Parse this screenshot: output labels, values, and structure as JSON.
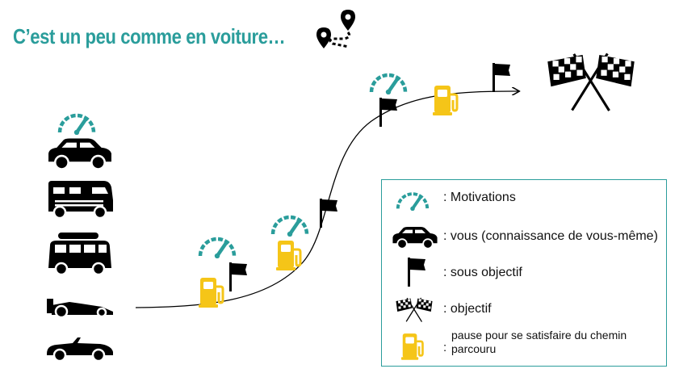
{
  "title": "C’est un peu comme en voiture…",
  "legend": {
    "motivations": ": Motivations",
    "vous": ": vous (connaissance de vous-même)",
    "sous_objectif": ": sous objectif",
    "objectif": ": objectif",
    "pause": "pause pour se satisfaire du chemin parcouru",
    "pause_colon": ":"
  },
  "colors": {
    "accent": "#2a9d9b",
    "fuel": "#f5c518",
    "ink": "#000000"
  },
  "icons": [
    "gauge-icon",
    "car-icon",
    "camper-icon",
    "van-icon",
    "race-car-icon",
    "convertible-icon",
    "flag-icon",
    "checkered-flags-icon",
    "fuel-pump-icon",
    "route-pin-icon"
  ]
}
